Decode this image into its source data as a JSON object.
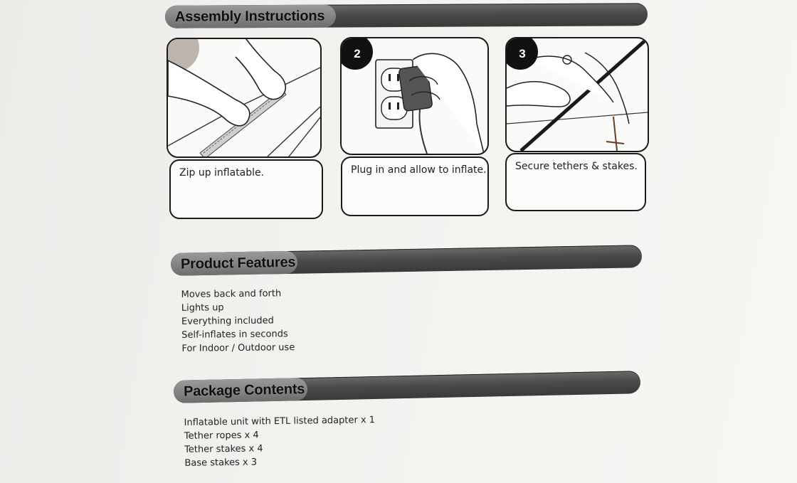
{
  "assembly": {
    "title": "Assembly Instructions",
    "steps": [
      {
        "number": "",
        "caption": "Zip up inflatable."
      },
      {
        "number": "2",
        "caption": "Plug in and allow to inflate."
      },
      {
        "number": "3",
        "caption": "Secure tethers & stakes."
      }
    ]
  },
  "features": {
    "title": "Product Features",
    "items": [
      "Moves back and forth",
      "Lights up",
      "Everything included",
      "Self-inflates in seconds",
      "For Indoor / Outdoor use"
    ]
  },
  "contents": {
    "title": "Package Contents",
    "items": [
      "Inflatable unit with ETL listed adapter x 1",
      "Tether ropes x 4",
      "Tether stakes x 4",
      "Base stakes x 3"
    ]
  },
  "icons": {
    "step1": "zipper-hands-icon",
    "step2": "plug-outlet-icon",
    "step3": "tether-stake-icon"
  },
  "colors": {
    "banner": "#4a4a4a",
    "border": "#1a1a1a",
    "background": "#f3f2ef"
  }
}
